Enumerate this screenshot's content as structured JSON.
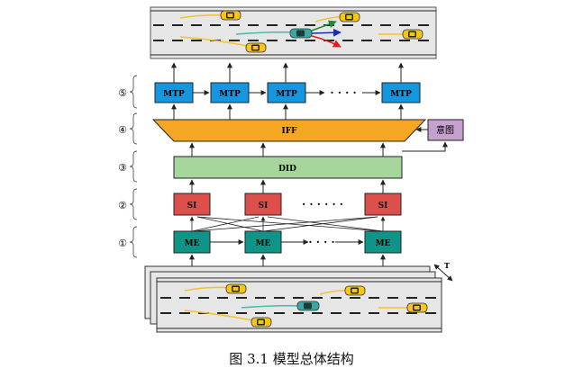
{
  "layers": {
    "mtp": {
      "number": "⑤",
      "label": "MTP",
      "color": "#1597e0"
    },
    "iff": {
      "number": "④",
      "label": "IFF",
      "color": "#f5a623"
    },
    "did": {
      "number": "③",
      "label": "DID",
      "color": "#a6d69b"
    },
    "si": {
      "number": "②",
      "label": "SI",
      "color": "#dc4f4b"
    },
    "me": {
      "number": "①",
      "label": "ME",
      "color": "#0f9587"
    }
  },
  "intent_box": {
    "label": "意图",
    "color": "#c6a0cf"
  },
  "ellipsis": {
    "mtp": "· · · ·",
    "si": "· · · · · ·",
    "me": "· · · ·"
  },
  "time_axis_label": "T",
  "caption": "图 3.1 模型总体结构",
  "colors": {
    "road": "#e6e6e6",
    "lane": "#1a1a1a",
    "car_yellow": "#f5c518",
    "ego_car": "#3aa7a0",
    "traj_yellow": "#f2c12e",
    "traj_teal": "#48b7aa",
    "pred_green": "#1f8a3a",
    "pred_blue": "#1a2fb0",
    "pred_red": "#e01d1d"
  }
}
